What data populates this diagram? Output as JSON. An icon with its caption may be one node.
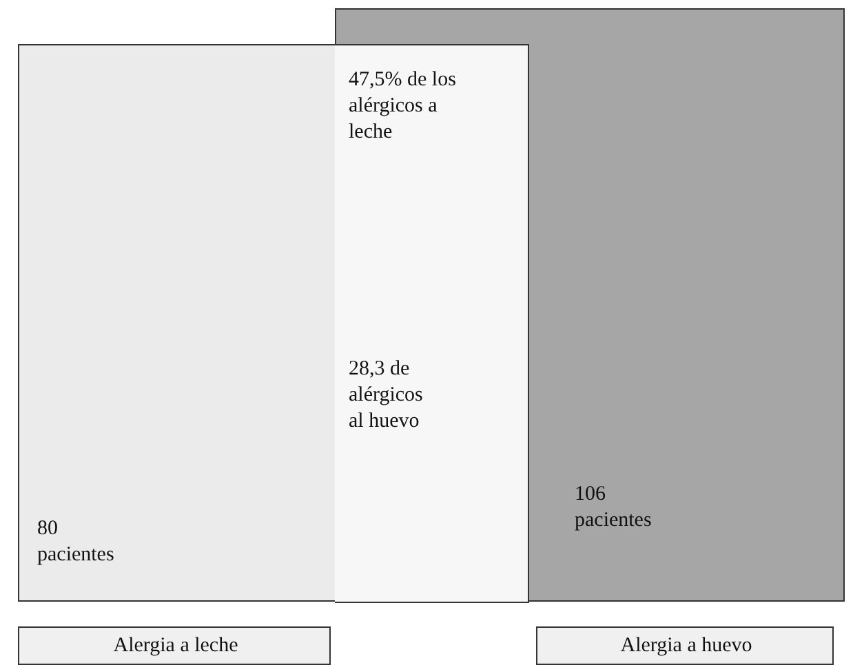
{
  "diagram": {
    "nodes": [
      {
        "text": [
          "106 pacientes"
        ]
      },
      {
        "text": [
          "80 pacientes"
        ]
      },
      {
        "text": [
          "47,5% de los alérgicos a leche",
          "28,3 de alérgicos al huevo"
        ],
        "in": 0
      },
      {
        "text": [
          "Alergia a leche"
        ]
      },
      {
        "text": [
          "Alergia a huevo"
        ]
      }
    ]
  }
}
